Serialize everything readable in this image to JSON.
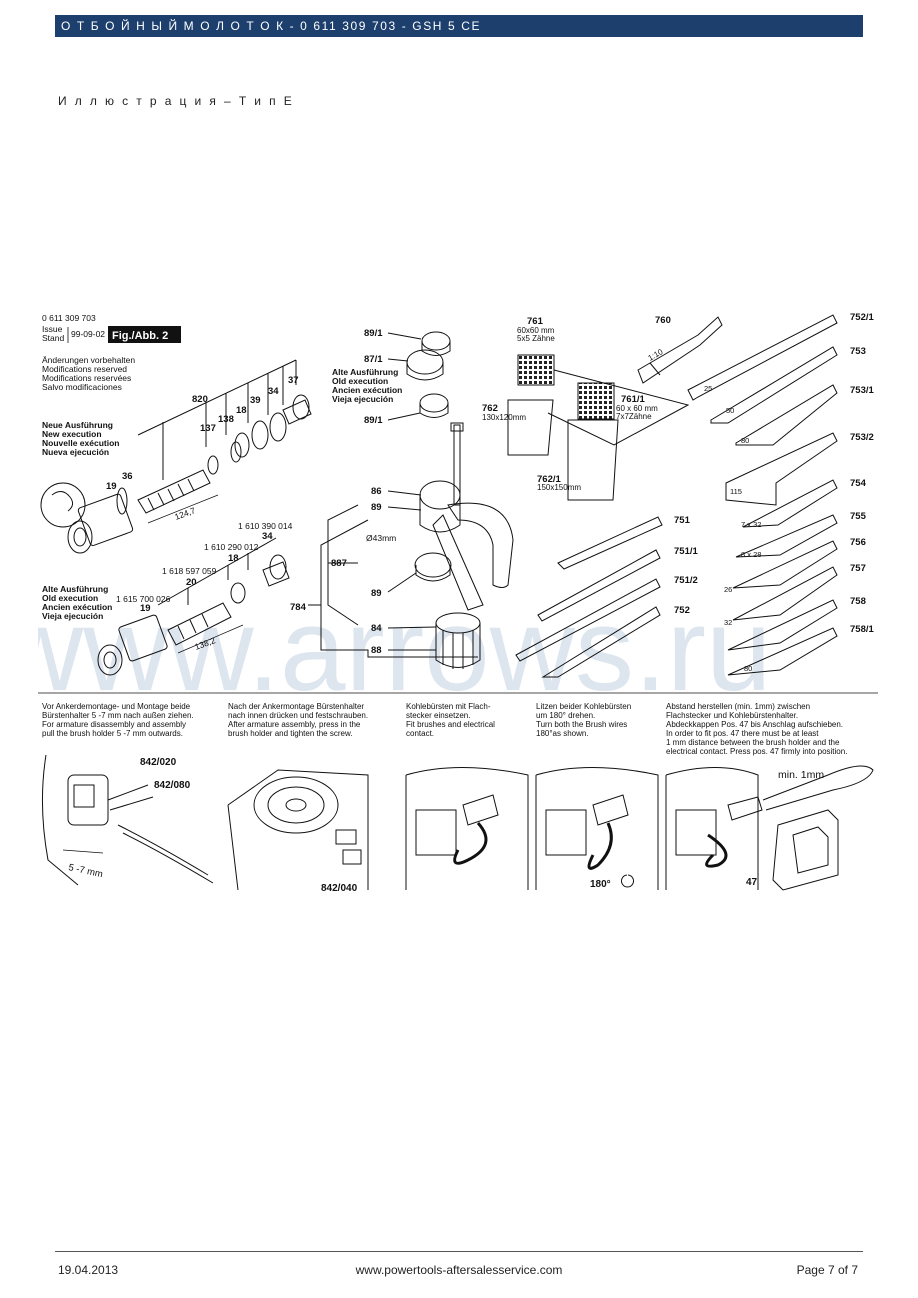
{
  "header": {
    "title": "О Т Б О Й Н Ы Й  М О Л О Т О К - 0 611 309 703 - GSH 5 CE"
  },
  "subtitle": "И л л ю с т р а ц и я – Т и п Е",
  "figure": {
    "part_number": "0 611 309 703",
    "issue_label": "Issue",
    "stand_label": "Stand",
    "issue_date": "99-09-02",
    "fig_label": "Fig./Abb. 2",
    "changes_notice": [
      "Änderungen vorbehalten",
      "Modifications reserved",
      "Modifications reservées",
      "Salvo modificaciones"
    ],
    "new_execution": [
      "Neue Ausführung",
      "New execution",
      "Nouvelle exécution",
      "Nueva ejecución"
    ],
    "old_execution_left": [
      "Alte Ausführung",
      "Old execution",
      "Ancien exécution",
      "Vieja ejecución"
    ],
    "old_execution_mid": [
      "Alte Ausführung",
      "Old execution",
      "Ancien exécution",
      "Vieja ejecución"
    ],
    "part_labels": {
      "p820": "820",
      "p137": "137",
      "p138": "138",
      "p18a": "18",
      "p39": "39",
      "p34a": "34",
      "p37": "37",
      "p19a": "19",
      "p36": "36",
      "dim_124": "124,7",
      "code_390": "1 610 390 014",
      "p34b": "34",
      "code_290": "1 610 290 012",
      "p18b": "18",
      "code_597": "1 618 597 059",
      "p20": "20",
      "code_700": "1 615 700 026",
      "p19b": "19",
      "dim_138": "138,2",
      "p891a": "89/1",
      "p871": "87/1",
      "p891b": "89/1",
      "p86": "86",
      "p89a": "89",
      "dia43": "Ø43mm",
      "p887": "887",
      "p89b": "89",
      "p784": "784",
      "p84": "84",
      "p88": "88",
      "p761": "761",
      "p761_dim1": "60x60 mm",
      "p761_dim2": "5x5 Zähne",
      "p762": "762",
      "p762_dim": "130x120mm",
      "p7611": "761/1",
      "p7611_dim1": "60 x 60 mm",
      "p7611_dim2": "7x7Zähne",
      "p7621": "762/1",
      "p7621_dim": "150x150mm",
      "p760": "760",
      "ratio": "1:10",
      "p751": "751",
      "p7511": "751/1",
      "p7512": "751/2",
      "p752": "752",
      "p7521": "752/1",
      "p753": "753",
      "p7531": "753/1",
      "p7532": "753/2",
      "p754": "754",
      "p755": "755",
      "p756": "756",
      "p757": "757",
      "p758": "758",
      "p7581": "758/1",
      "w25": "25",
      "w50": "50",
      "w80": "80",
      "w115": "115",
      "w26": "26",
      "w32": "32",
      "w80b": "80",
      "tooth_7x32": "7 x 32",
      "tooth_8x28": "8 x 28"
    },
    "steps": [
      {
        "text": [
          "Vor Ankerdemontage- und Montage beide",
          "Bürstenhalter 5 -7 mm nach außen ziehen.",
          "For armature disassembly and assembly",
          "pull the brush holder 5 -7 mm outwards."
        ]
      },
      {
        "text": [
          "Nach der Ankermontage Bürstenhalter",
          "nach innen drücken und festschrauben.",
          "After armature assembly, press in the",
          "brush holder and tighten the screw."
        ]
      },
      {
        "text": [
          "Kohlebürsten mit Flach-",
          "stecker einsetzen.",
          "Fit brushes and electrical",
          "contact."
        ]
      },
      {
        "text": [
          "Litzen beider Kohlebürsten",
          "um 180° drehen.",
          "Turn both the Brush wires",
          "180°as shown."
        ]
      },
      {
        "text": [
          "Abstand herstellen (min. 1mm) zwischen",
          "Flachstecker und Kohlebürstenhalter.",
          "Abdeckkappen Pos. 47 bis Anschlag aufschieben.",
          "In order to fit pos. 47 there must be at least",
          "1 mm distance between the brush holder and the",
          "electrical contact. Press pos. 47 firmly into position."
        ]
      }
    ],
    "step_labels": {
      "s1_a": "842/020",
      "s1_b": "842/080",
      "s1_dim": "5 -7 mm",
      "s2": "842/040",
      "s4": "180°",
      "s5_min": "min. 1mm",
      "s5_pos": "47"
    },
    "watermark": "www.arrows.ru"
  },
  "footer": {
    "date": "19.04.2013",
    "url": "www.powertools-aftersalesservice.com",
    "page": "Page 7 of 7"
  },
  "colors": {
    "header_bg": "#1d3f6e",
    "watermark": "#dde5ee"
  }
}
